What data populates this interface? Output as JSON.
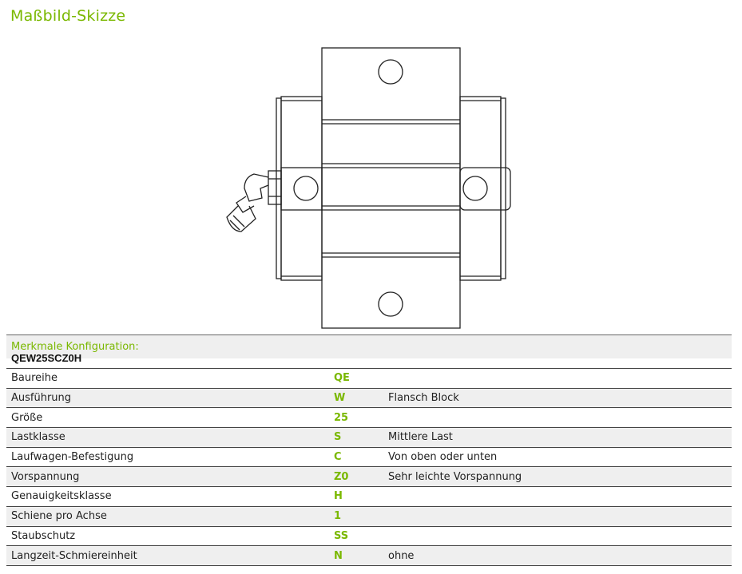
{
  "title": "Maßbild-Skizze",
  "config": {
    "label": "Merkmale Konfiguration:",
    "code": "QEW25SCZ0H",
    "rows": [
      {
        "name": "Baureihe",
        "code": "QE",
        "desc": ""
      },
      {
        "name": "Ausführung",
        "code": "W",
        "desc": "Flansch Block"
      },
      {
        "name": "Größe",
        "code": "25",
        "desc": ""
      },
      {
        "name": "Lastklasse",
        "code": "S",
        "desc": "Mittlere Last"
      },
      {
        "name": "Laufwagen-Befestigung",
        "code": "C",
        "desc": "Von oben oder unten"
      },
      {
        "name": "Vorspannung",
        "code": "Z0",
        "desc": "Sehr leichte Vorspannung"
      },
      {
        "name": "Genauigkeitsklasse",
        "code": "H",
        "desc": ""
      },
      {
        "name": "Schiene pro Achse",
        "code": "1",
        "desc": ""
      },
      {
        "name": "Staubschutz",
        "code": "SS",
        "desc": ""
      },
      {
        "name": "Langzeit-Schmiereinheit",
        "code": "N",
        "desc": "ohne"
      }
    ]
  },
  "colors": {
    "accent": "#7ab800",
    "row_alt": "#efefef"
  }
}
